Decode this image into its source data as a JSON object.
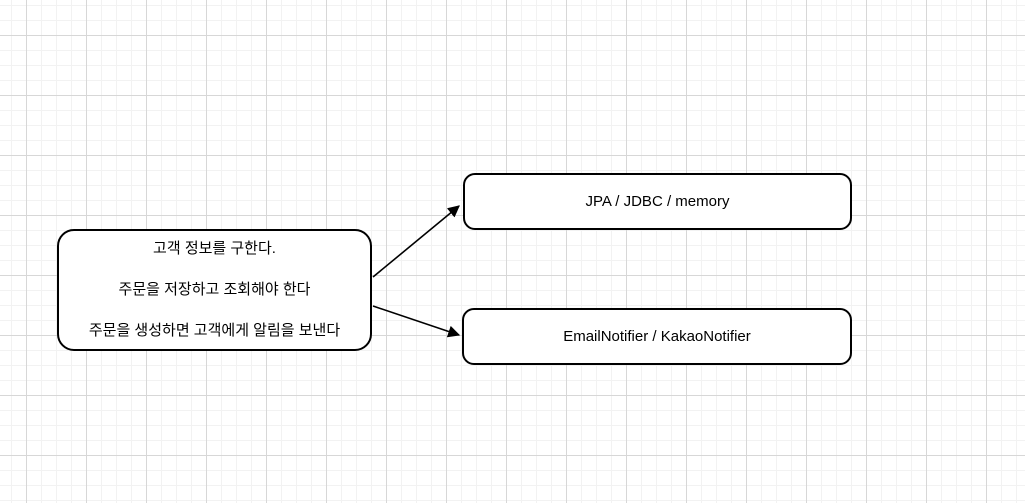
{
  "canvas": {
    "background": "#ffffff",
    "grid_minor_color": "#f2f2f2",
    "grid_major_color": "#d7d7d7"
  },
  "nodes": {
    "requirements": {
      "lines": [
        "고객 정보를 구한다.",
        "주문을 저장하고 조회해야 한다",
        "주문을 생성하면 고객에게 알림을 보낸다"
      ]
    },
    "repository": {
      "label": "JPA / JDBC / memory"
    },
    "notifier": {
      "label": "EmailNotifier / KakaoNotifier"
    }
  },
  "edges": [
    {
      "from": "requirements",
      "to": "repository"
    },
    {
      "from": "requirements",
      "to": "notifier"
    }
  ],
  "colors": {
    "node_border": "#000000",
    "node_fill": "#ffffff",
    "text": "#000000",
    "arrow": "#000000"
  }
}
